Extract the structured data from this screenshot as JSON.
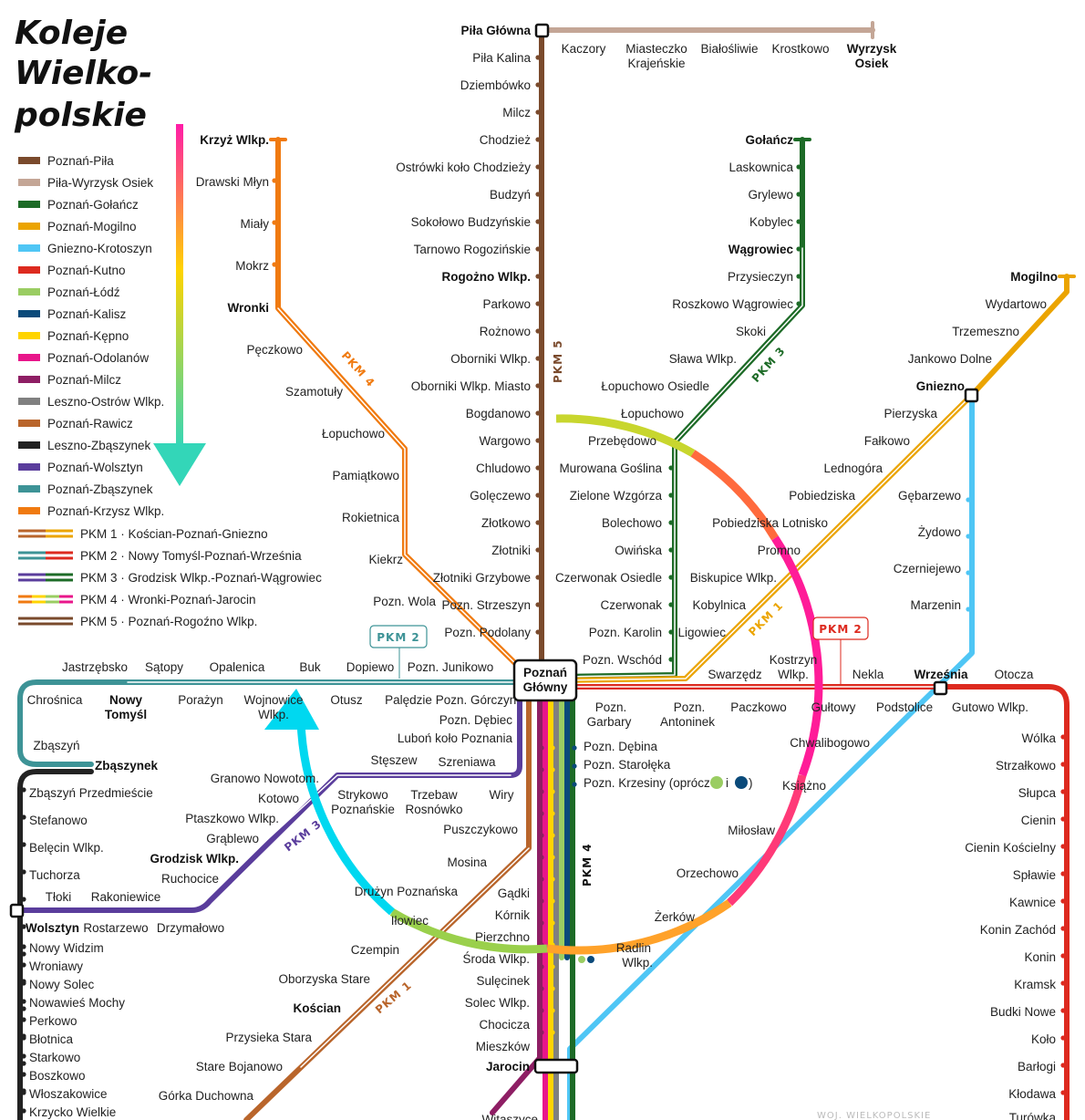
{
  "title": [
    "Koleje",
    "Wielko-",
    "polskie"
  ],
  "legend": [
    {
      "label": "Poznań-Piła",
      "color": "#7a4a2c"
    },
    {
      "label": "Piła-Wyrzysk Osiek",
      "color": "#c4a696"
    },
    {
      "label": "Poznań-Gołańcz",
      "color": "#1d6b27"
    },
    {
      "label": "Poznań-Mogilno",
      "color": "#eba400"
    },
    {
      "label": "Gniezno-Krotoszyn",
      "color": "#4fc6f5"
    },
    {
      "label": "Poznań-Kutno",
      "color": "#dd2a1f"
    },
    {
      "label": "Poznań-Łódź",
      "color": "#9acd62"
    },
    {
      "label": "Poznań-Kalisz",
      "color": "#0a4a7a"
    },
    {
      "label": "Poznań-Kępno",
      "color": "#ffd400"
    },
    {
      "label": "Poznań-Odolanów",
      "color": "#e8168a"
    },
    {
      "label": "Poznań-Milcz",
      "color": "#8e1e64"
    },
    {
      "label": "Leszno-Ostrów Wlkp.",
      "color": "#808080"
    },
    {
      "label": "Poznań-Rawicz",
      "color": "#b9652b"
    },
    {
      "label": "Leszno-Zbąszynek",
      "color": "#222222"
    },
    {
      "label": "Poznań-Wolsztyn",
      "color": "#5a3d9c"
    },
    {
      "label": "Poznań-Zbąszynek",
      "color": "#3d9396"
    },
    {
      "label": "Poznań-Krzysz Wlkp.",
      "color": "#f07a10"
    }
  ],
  "pkm_legend": [
    {
      "label": "PKM 1 · Kościan-Poznań-Gniezno",
      "colors": [
        "#b9652b",
        "#eba400"
      ]
    },
    {
      "label": "PKM 2 · Nowy Tomyśl-Poznań-Września",
      "colors": [
        "#3d9396",
        "#dd2a1f"
      ]
    },
    {
      "label": "PKM 3 · Grodzisk Wlkp.-Poznań-Wągrowiec",
      "colors": [
        "#5a3d9c",
        "#1d6b27"
      ]
    },
    {
      "label": "PKM 4 · Wronki-Poznań-Jarocin",
      "colors": [
        "#f07a10",
        "#ffd400",
        "#9acd62",
        "#e8168a"
      ]
    },
    {
      "label": "PKM 5 · Poznań-Rogoźno Wlkp.",
      "colors": [
        "#7a4a2c",
        "#7a4a2c"
      ]
    }
  ],
  "pkm_labels": {
    "pkm1": "PKM 1",
    "pkm2": "PKM 2",
    "pkm3": "PKM 3",
    "pkm4": "PKM 4",
    "pkm5": "PKM 5"
  },
  "hubs": {
    "poznan": "Poznań",
    "glowny": "Główny"
  },
  "stations": {
    "pila_glowna": "Piła Główna",
    "kaczory": "Kaczory",
    "miasteczko1": "Miasteczko",
    "miasteczko2": "Krajeńskie",
    "bialosliwie": "Białośliwie",
    "krostkowo": "Krostkowo",
    "wyrzysk1": "Wyrzysk",
    "wyrzysk2": "Osiek",
    "pila_kalina": "Piła Kalina",
    "dziembowko": "Dziembówko",
    "milcz": "Milcz",
    "chodziez": "Chodzież",
    "ostrowki": "Ostrówki koło Chodzieży",
    "budzyn": "Budzyń",
    "sokolowo": "Sokołowo Budzyńskie",
    "tarnowo": "Tarnowo Rogozińskie",
    "rogozno": "Rogożno Wlkp.",
    "parkowo": "Parkowo",
    "roznowo": "Rożnowo",
    "oborniki": "Oborniki Wlkp.",
    "oborniki_m": "Oborniki Wlkp. Miasto",
    "bogdanowo": "Bogdanowo",
    "wargowo": "Wargowo",
    "chludowo": "Chludowo",
    "goleczewo": "Golęczewo",
    "zlotkowo": "Złotkowo",
    "zlotniki": "Złotniki",
    "zlotniki_g": "Złotniki Grzybowe",
    "pozn_strzeszyn": "Pozn. Strzeszyn",
    "pozn_podolany": "Pozn. Podolany",
    "krzyz": "Krzyż Wlkp.",
    "drawski": "Drawski Młyn",
    "mialy": "Miały",
    "mokrz": "Mokrz",
    "wronki": "Wronki",
    "peczkowo": "Pęczkowo",
    "szamotuly": "Szamotuły",
    "lopuchowo_w": "Łopuchowo",
    "pamiatkowo": "Pamiątkowo",
    "rokietnica": "Rokietnica",
    "kiekrz": "Kiekrz",
    "pozn_wola": "Pozn. Wola",
    "golancz": "Gołańcz",
    "laskownica": "Laskownica",
    "grylewo": "Grylewo",
    "kobylec": "Kobylec",
    "wagrowiec": "Wągrowiec",
    "przysieczyn": "Przysieczyn",
    "roszkowo": "Roszkowo Wągrowiec",
    "skoki": "Skoki",
    "slawa": "Sława Wlkp.",
    "lopuchowo_os": "Łopuchowo Osiedle",
    "lopuchowo": "Łopuchowo",
    "przebedowo": "Przebędowo",
    "murowana": "Murowana Goślina",
    "zielone": "Zielone Wzgórza",
    "bolechowo": "Bolechowo",
    "owinska": "Owińska",
    "czerwonak_os": "Czerwonak Osiedle",
    "czerwonak": "Czerwonak",
    "pozn_karolin": "Pozn. Karolin",
    "pozn_wschod": "Pozn. Wschód",
    "mogilno": "Mogilno",
    "wydartowo": "Wydartowo",
    "trzemeszno": "Trzemeszno",
    "jankowo": "Jankowo Dolne",
    "gniezno": "Gniezno",
    "pierzyska": "Pierzyska",
    "falkowo": "Fałkowo",
    "lednogora": "Lednogóra",
    "pobiedziska": "Pobiedziska",
    "pobiedziska_l": "Pobiedziska Lotnisko",
    "promno": "Promno",
    "biskupice": "Biskupice Wlkp.",
    "kobylnica": "Kobylnica",
    "ligowiec": "Ligowiec",
    "gebarzewo": "Gębarzewo",
    "zydowo": "Żydowo",
    "czerniejewo": "Czerniejewo",
    "marzenin": "Marzenin",
    "swarzedz": "Swarzędz",
    "kostrzyn1": "Kostrzyn",
    "kostrzyn2": "Wlkp.",
    "nekla": "Nekla",
    "wrzesnia": "Września",
    "otocza": "Otocza",
    "pozn_garbary1": "Pozn.",
    "pozn_garbary2": "Garbary",
    "pozn_antoninek1": "Pozn.",
    "pozn_antoninek2": "Antoninek",
    "paczkowo": "Paczkowo",
    "gultowy": "Gułtowy",
    "podstolice": "Podstolice",
    "gutowo": "Gutowo Wlkp.",
    "wolka": "Wólka",
    "strzalkowo": "Strzałkowo",
    "slupca": "Słupca",
    "cienin": "Cienin",
    "cienin_k": "Cienin Kościelny",
    "splawie": "Spławie",
    "kawnice": "Kawnice",
    "konin_z": "Konin Zachód",
    "konin": "Konin",
    "kramsk": "Kramsk",
    "budki": "Budki Nowe",
    "kolo": "Koło",
    "barlogi": "Barłogi",
    "klodawa": "Kłodawa",
    "turowka": "Turówka",
    "chwalibogowo": "Chwalibogowo",
    "ksiazno": "Książno",
    "miloslaw": "Miłosław",
    "orzechowo": "Orzechowo",
    "zerkow": "Żerków",
    "radlin1": "Radlin",
    "radlin2": "Wlkp.",
    "jastrzebsko": "Jastrzębsko",
    "satopy": "Sątopy",
    "opalenica": "Opalenica",
    "buk": "Buk",
    "dopiewo": "Dopiewo",
    "pozn_junikowo": "Pozn. Junikowo",
    "chrosnica": "Chrośnica",
    "nowy_t1": "Nowy",
    "nowy_t2": "Tomyśl",
    "porazyn": "Porażyn",
    "wojnowice1": "Wojnowice",
    "wojnowice2": "Wlkp.",
    "otusz": "Otusz",
    "paledzie": "Palędzie",
    "pozn_gorczyn": "Pozn. Górczyn",
    "zbaszyn": "Zbąszyń",
    "zbaszynek": "Zbąszynek",
    "zbaszyn_p": "Zbąszyń Przedmieście",
    "stefanowo": "Stefanowo",
    "belecin": "Belęcin Wlkp.",
    "tuchorza": "Tuchorza",
    "tloki": "Tłoki",
    "rakoniewice": "Rakoniewice",
    "wolsztyn": "Wolsztyn",
    "rostarzewo": "Rostarzewo",
    "drzymalowo": "Drzymałowo",
    "nowy_widzim": "Nowy Widzim",
    "wroniawy": "Wroniawy",
    "nowy_solec": "Nowy Solec",
    "nowawies": "Nowawieś Mochy",
    "perkowo": "Perkowo",
    "blotnica": "Błotnica",
    "starkowo": "Starkowo",
    "boszkowo": "Boszkowo",
    "wloszakowice": "Włoszakowice",
    "krzycko": "Krzycko Wielkie",
    "grodzisk": "Grodzisk Wlkp.",
    "ruchocice": "Ruchocice",
    "grablewo": "Grąblewo",
    "ptaszkowo": "Ptaszkowo Wlkp.",
    "kotowo": "Kotowo",
    "granowo": "Granowo Nowotom.",
    "steszew": "Stęszew",
    "szreniawa": "Szreniawa",
    "strykowo1": "Strykowo",
    "strykowo2": "Poznańskie",
    "trzebaw1": "Trzebaw",
    "trzebaw2": "Rosnówko",
    "wiry": "Wiry",
    "pozn_debiec": "Pozn. Dębiec",
    "lubon": "Luboń koło Poznania",
    "puszczykowo": "Puszczykowo",
    "mosina": "Mosina",
    "druzyn": "Drużyn Poznańska",
    "ilowiec": "Iłowiec",
    "czempin": "Czempin",
    "oborzyska": "Oborzyska Stare",
    "koscian": "Kościan",
    "przysieka": "Przysieka Stara",
    "stare_boj": "Stare Bojanowo",
    "gorka": "Górka Duchowna",
    "pozn_debina": "Pozn. Dębina",
    "pozn_staroleka": "Pozn. Starołęka",
    "pozn_krzesiny": "Pozn. Krzesiny (oprócz",
    "krzesiny_i": "i",
    "krzesiny_close": ")",
    "gadki": "Gądki",
    "kornik": "Kórnik",
    "pierzchno": "Pierzchno",
    "sroda": "Środa Wlkp.",
    "sulecinek": "Sulęcinek",
    "solec": "Solec Wlkp.",
    "chocicza": "Chocicza",
    "mieszkow": "Mieszków",
    "jarocin": "Jarocin",
    "witaszyce": "Witaszyce"
  },
  "watermark": "WOJ. WIELKOPOLSKIE"
}
